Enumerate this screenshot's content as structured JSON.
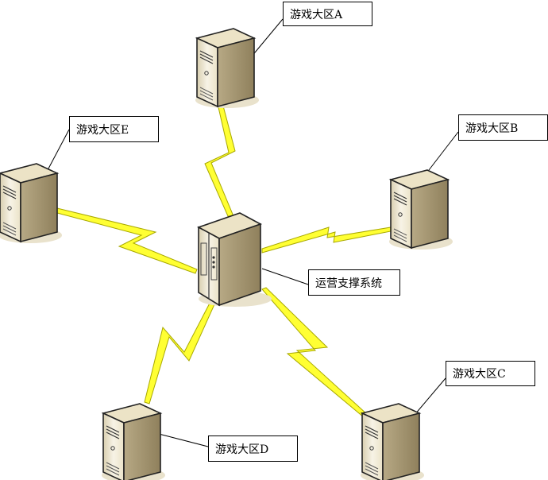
{
  "center_label": "运营支撑系统",
  "nodes": {
    "a": {
      "label": "游戏大区A"
    },
    "b": {
      "label": "游戏大区B"
    },
    "c": {
      "label": "游戏大区C"
    },
    "d": {
      "label": "游戏大区D"
    },
    "e": {
      "label": "游戏大区E"
    }
  },
  "colors": {
    "bolt_fill": "#ffff33",
    "bolt_stroke": "#b0b000",
    "server_front": "#f4efe0",
    "server_side": "#c9bc9a",
    "server_top": "#ece3c6",
    "shadow": "#e9e2cc"
  }
}
